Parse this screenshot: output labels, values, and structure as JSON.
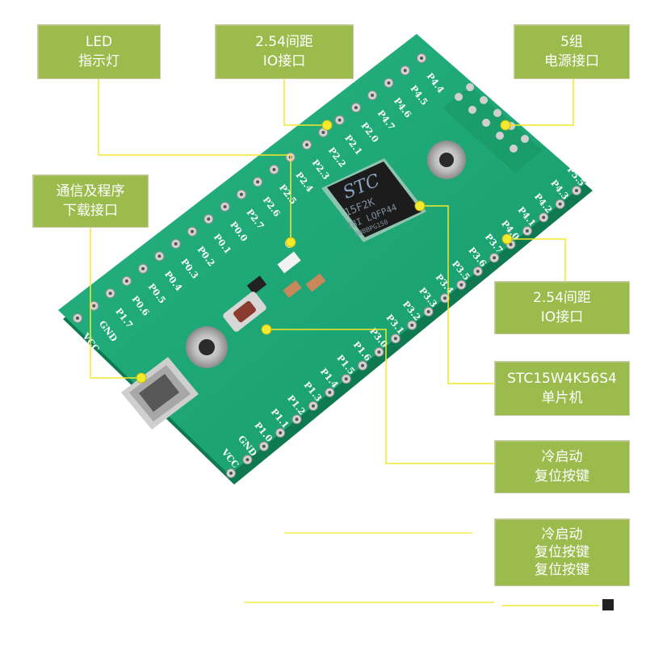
{
  "labels": {
    "led": {
      "line1": "LED",
      "line2": "指示灯"
    },
    "io_top": {
      "line1": "2.54间距",
      "line2": "IO接口"
    },
    "power": {
      "line1": "5组",
      "line2": "电源接口"
    },
    "comm": {
      "line1": "通信及程序",
      "line2": "下载接口"
    },
    "io_right": {
      "line1": "2.54间距",
      "line2": "IO接口"
    },
    "mcu": {
      "line1": "STC15W4K56S4",
      "line2": "单片机"
    },
    "reset": {
      "line1": "冷启动",
      "line2": "复位按键"
    },
    "reset_ghost": {
      "line1": "冷启动",
      "line2": "复位按键",
      "line3": "复位按键"
    }
  },
  "chip": {
    "brand": "STC",
    "line1": "15F2K",
    "line2": "28I LQFP44",
    "line3": "R0BBPG150"
  },
  "pins_left_row": [
    "VCC",
    "GND",
    "P1.7",
    "P0.6",
    "P0.5",
    "P0.4",
    "P0.3",
    "P0.2",
    "P0.1",
    "P0.0",
    "P2.7",
    "P2.6",
    "P2.5",
    "P2.4",
    "P2.3",
    "P2.2",
    "P2.1",
    "P2.0",
    "P4.7",
    "P4.6",
    "P4.5",
    "P4.4"
  ],
  "pins_bottom_row": [
    "VCC",
    "GND",
    "P1.0",
    "P1.1",
    "P1.2",
    "P1.3",
    "P1.4",
    "P1.5",
    "P1.6",
    "P3.0",
    "P3.1",
    "P3.2",
    "P3.3",
    "P3.4",
    "P3.5",
    "P3.6",
    "P3.7",
    "P4.0",
    "P4.1",
    "P4.2",
    "P4.3",
    "P5.5"
  ],
  "colors": {
    "label_bg": "#9bbb4c",
    "pcb": "#1aa877",
    "leader": "#f2ea2b"
  }
}
